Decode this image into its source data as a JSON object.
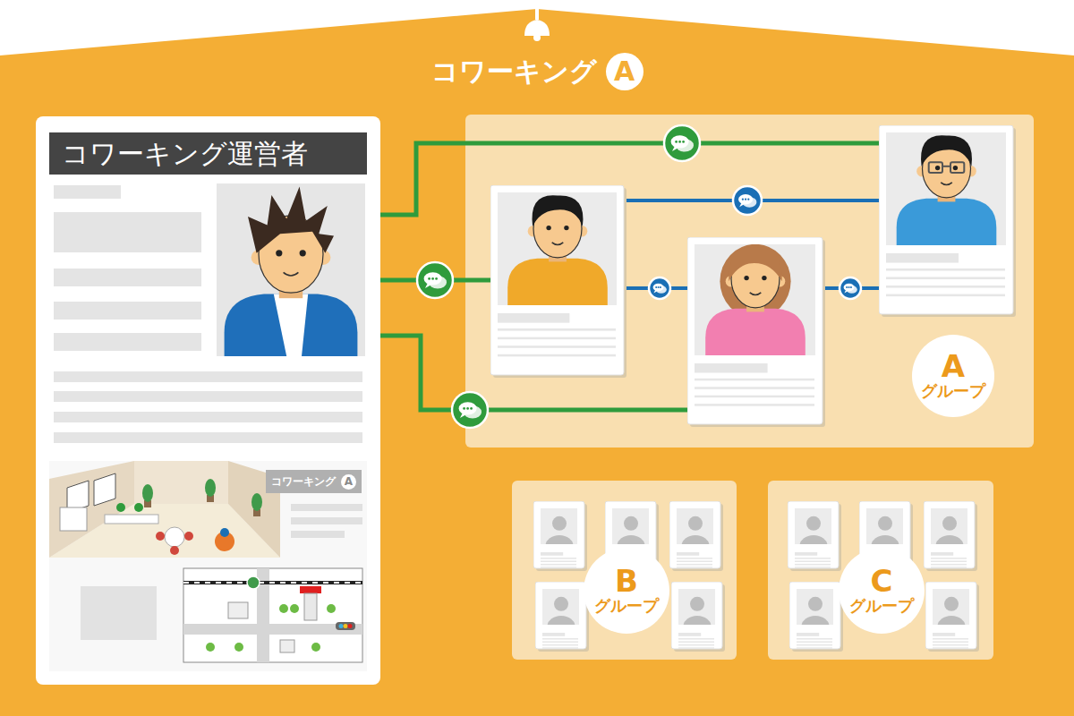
{
  "diagram": {
    "nodes": [
      {
        "text": [
          "コワーキング",
          "A"
        ]
      },
      {
        "text": [
          "コワーキング運営者"
        ],
        "in": 0
      },
      {
        "text": [
          "コワーキング",
          "A"
        ],
        "in": 1
      },
      {
        "text": [
          "A",
          "グループ"
        ],
        "in": 0
      },
      {
        "text": [],
        "in": 3
      },
      {
        "text": [],
        "in": 3
      },
      {
        "text": [],
        "in": 3
      },
      {
        "text": [
          "B",
          "グループ"
        ],
        "in": 0
      },
      {
        "text": [
          "C",
          "グループ"
        ],
        "in": 0
      }
    ],
    "edges": [
      {
        "from": 1,
        "to": 4,
        "arrow": "none"
      },
      {
        "from": 1,
        "to": 5,
        "arrow": "none"
      },
      {
        "from": 1,
        "to": 6,
        "arrow": "none"
      },
      {
        "from": 5,
        "to": 4,
        "arrow": "none"
      },
      {
        "from": 5,
        "to": 6,
        "arrow": "none"
      },
      {
        "from": 6,
        "to": 4,
        "arrow": "none"
      }
    ]
  }
}
